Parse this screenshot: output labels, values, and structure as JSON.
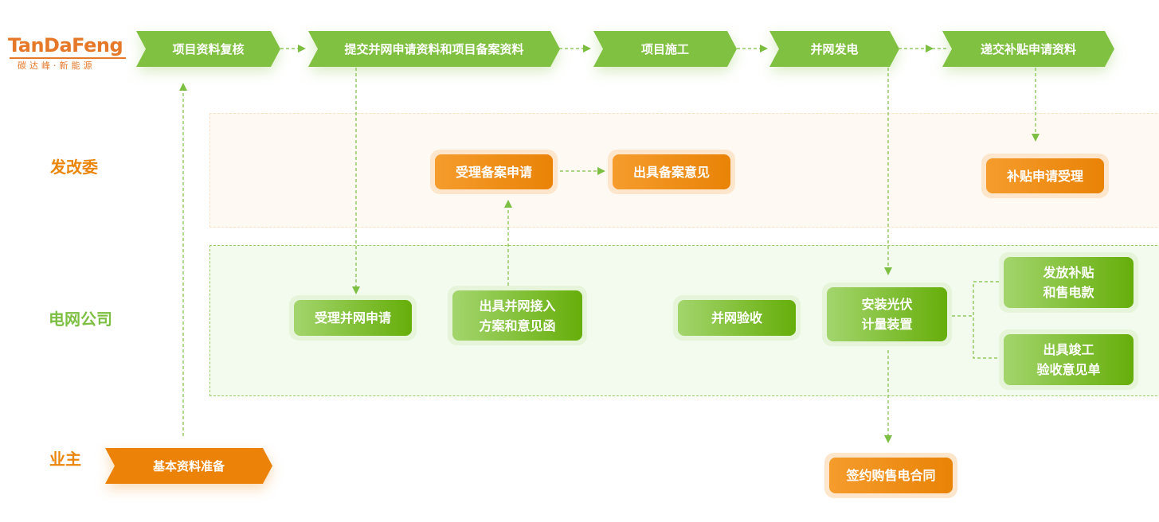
{
  "logo": {
    "brand": "TanDaFeng",
    "tagline": "碳达峰·新能源"
  },
  "colors": {
    "green": "#80c141",
    "orange": "#ec8308",
    "lane_orange_bg": "#fff9f3",
    "lane_green_bg": "#f3fbee"
  },
  "top_steps": [
    {
      "label": "项目资料复核"
    },
    {
      "label": "提交并网申请资料和项目备案资料"
    },
    {
      "label": "项目施工"
    },
    {
      "label": "并网发电"
    },
    {
      "label": "递交补贴申请资料"
    }
  ],
  "lanes": {
    "ndrc": {
      "label": "发改委"
    },
    "grid": {
      "label": "电网公司"
    },
    "owner": {
      "label": "业主"
    }
  },
  "ndrc_boxes": {
    "accept_filing": "受理备案申请",
    "issue_filing_opinion": "出具备案意见",
    "subsidy_accept": "补贴申请受理"
  },
  "grid_boxes": {
    "accept_grid_app": {
      "lines": [
        "受理并网申请"
      ]
    },
    "issue_access_plan": {
      "lines": [
        "出具并网接入",
        "方案和意见函"
      ]
    },
    "grid_acceptance": {
      "lines": [
        "并网验收"
      ]
    },
    "install_meter": {
      "lines": [
        "安装光伏",
        "计量装置"
      ]
    },
    "pay_subsidy": {
      "lines": [
        "发放补贴",
        "和售电款"
      ]
    },
    "completion_opinion": {
      "lines": [
        "出具竣工",
        "验收意见单"
      ]
    }
  },
  "owner_boxes": {
    "prepare_basic": "基本资料准备",
    "sign_contract": "签约购售电合同"
  }
}
